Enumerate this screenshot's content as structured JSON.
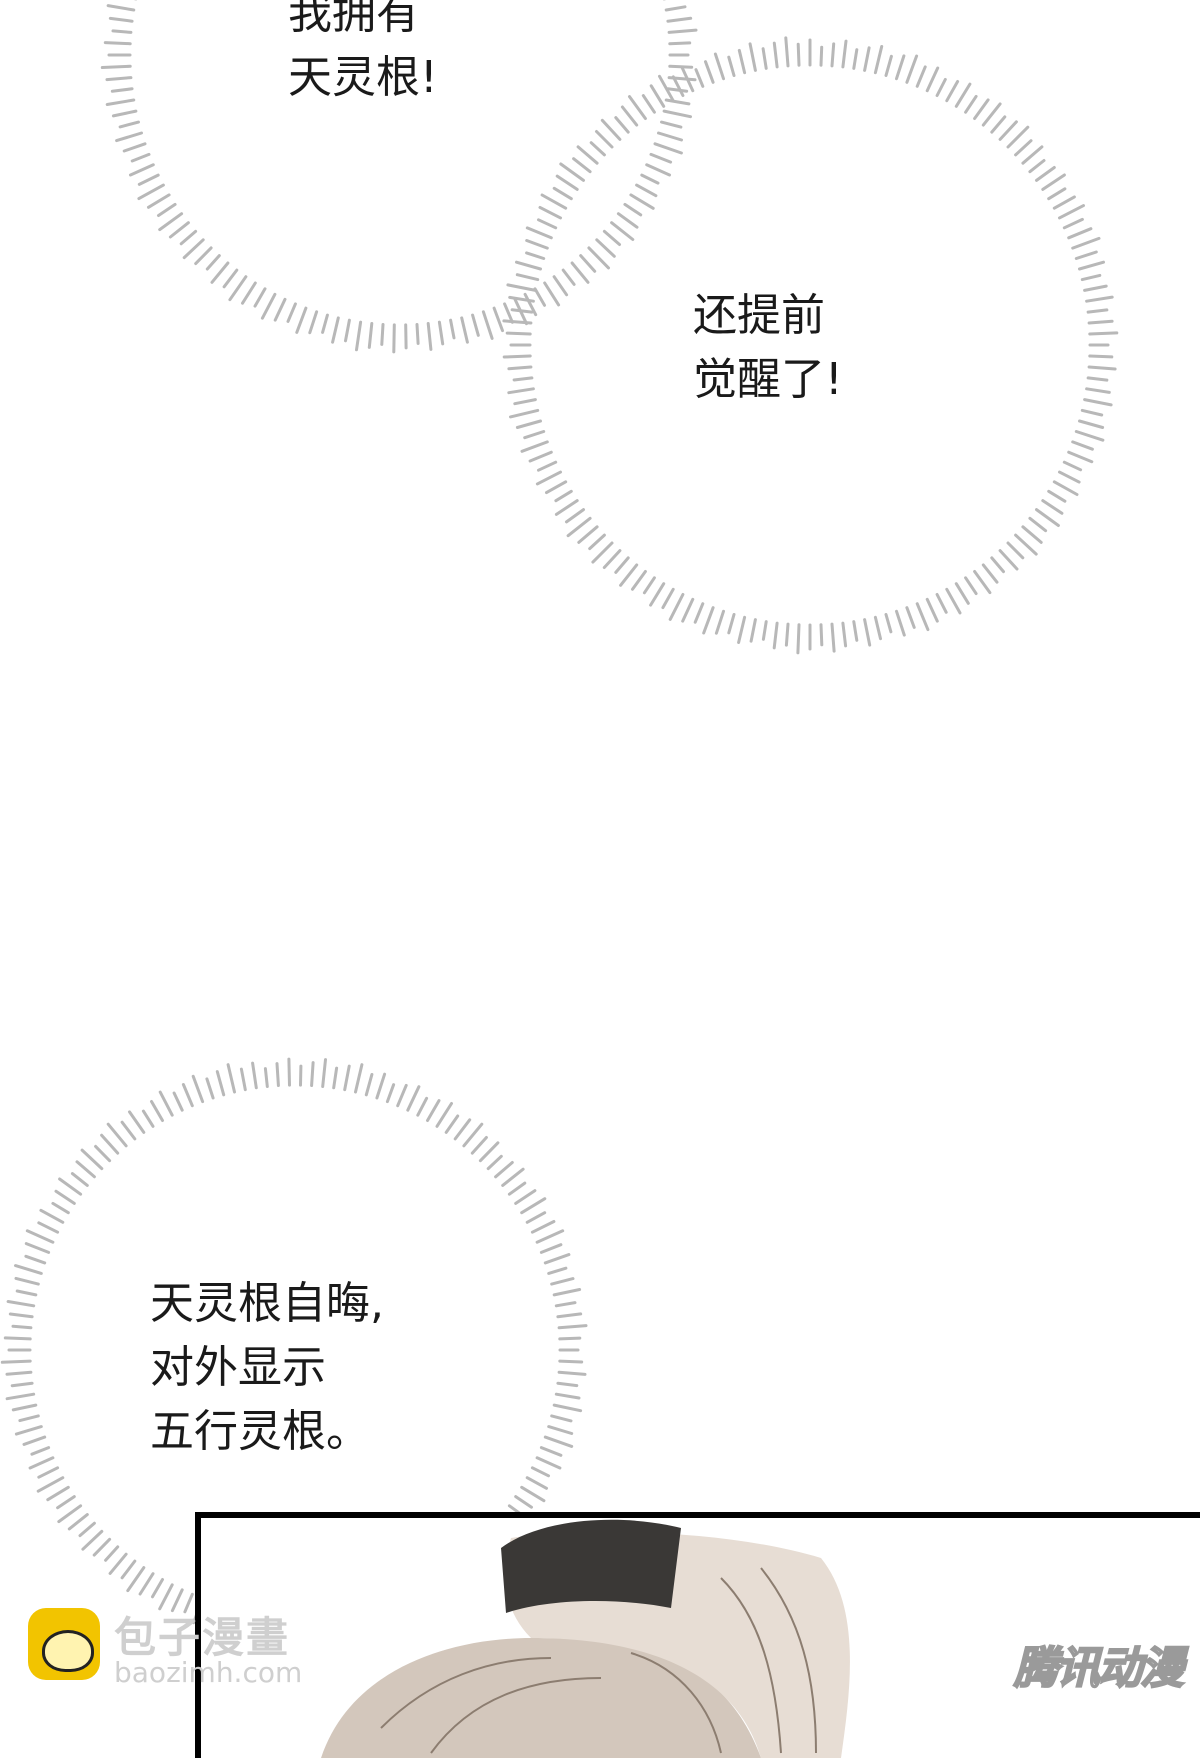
{
  "bubbles": {
    "top_left": {
      "lines": [
        "我拥有",
        "天灵根!"
      ]
    },
    "top_right": {
      "lines": [
        "还提前",
        "觉醒了!"
      ]
    },
    "bottom_left": {
      "lines": [
        "天灵根自晦,",
        "对外显示",
        "五行灵根。"
      ]
    }
  },
  "watermark_left": {
    "brand_cn": "包子漫畫",
    "url": "baozimh.com",
    "icon": "steamed-bun-icon"
  },
  "watermark_right": {
    "brand": "腾讯动漫"
  },
  "colors": {
    "burst_stroke": "#b8b8b8",
    "text": "#1a1a1a",
    "panel_border": "#000000",
    "hair": "#c9bcb0",
    "hat": "#3a3836"
  }
}
